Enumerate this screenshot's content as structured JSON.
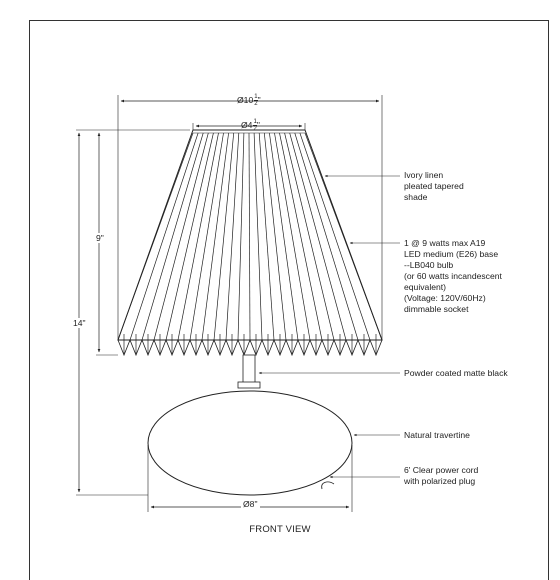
{
  "dimensions": {
    "shade_bottom_diameter": {
      "prefix": "Ø10",
      "numerator": "1",
      "denominator": "2",
      "suffix": "\""
    },
    "shade_top_diameter": {
      "prefix": "Ø4",
      "numerator": "1",
      "denominator": "2",
      "suffix": "\""
    },
    "shade_height": "9\"",
    "overall_height": "14\"",
    "base_diameter": "Ø8\""
  },
  "callouts": {
    "shade": "Ivory linen\npleated tapered\nshade",
    "bulb": "1 @ 9 watts max A19\nLED medium (E26) base\n--LB040 bulb\n(or 60 watts incandescent\nequivalent)\n(Voltage: 120V/60Hz)\ndimmable socket",
    "stem": "Powder coated matte black",
    "base": "Natural travertine",
    "cord": "6' Clear power cord\nwith polarized plug"
  },
  "view_title": "FRONT VIEW"
}
